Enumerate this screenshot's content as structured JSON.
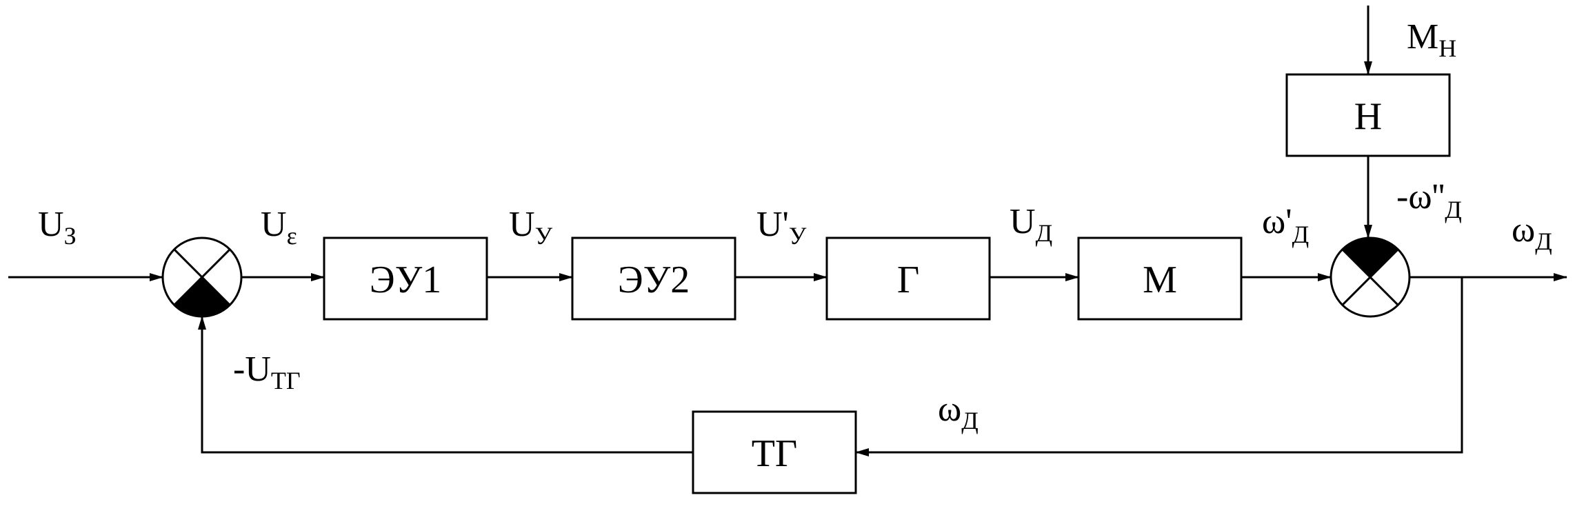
{
  "blocks": {
    "eu1": "ЭУ1",
    "eu2": "ЭУ2",
    "g": "Г",
    "m": "М",
    "h": "Н",
    "tg": "ТГ"
  },
  "signals": {
    "u_z": {
      "main": "U",
      "sub": "З"
    },
    "u_eps": {
      "main": "U",
      "sub": "ε"
    },
    "u_y": {
      "main": "U",
      "sub": "У"
    },
    "u_y_prime": {
      "main": "U'",
      "sub": "У"
    },
    "u_d": {
      "main": "U",
      "sub": "Д"
    },
    "omega_d_p": {
      "main": "ω'",
      "sub": "Д"
    },
    "omega_d_pp": {
      "main": "-ω''",
      "sub": "Д"
    },
    "omega_d_out": {
      "main": "ω",
      "sub": "Д"
    },
    "omega_d_fb": {
      "main": "ω",
      "sub": "Д"
    },
    "u_tg": {
      "main": "-U",
      "sub": "ТГ"
    },
    "m_n": {
      "main": "М",
      "sub": "Н"
    }
  }
}
